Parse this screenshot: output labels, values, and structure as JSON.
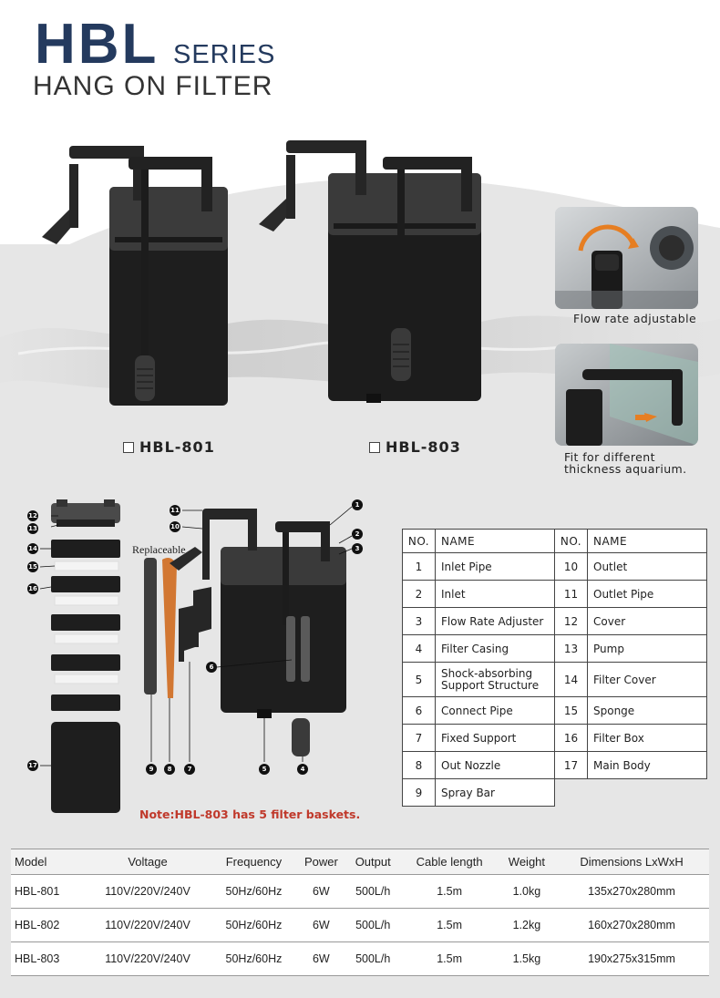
{
  "header": {
    "brand": "HBL",
    "series": "SERIES",
    "subtitle": "HANG ON FILTER"
  },
  "products": [
    {
      "model": "HBL-801"
    },
    {
      "model": "HBL-803"
    }
  ],
  "features": [
    {
      "caption": "Flow rate adjustable"
    },
    {
      "caption_line1": "Fit for different",
      "caption_line2": "thickness aquarium."
    }
  ],
  "diagram": {
    "replaceable_label": "Replaceable",
    "callouts": [
      "1",
      "2",
      "3",
      "4",
      "5",
      "6",
      "7",
      "8",
      "9",
      "10",
      "11",
      "12",
      "13",
      "14",
      "15",
      "16",
      "17"
    ],
    "note": "Note:HBL-803 has 5 filter baskets."
  },
  "parts_table": {
    "headers": [
      "NO.",
      "NAME",
      "NO.",
      "NAME"
    ],
    "rows": [
      {
        "no1": "1",
        "name1": "Inlet Pipe",
        "no2": "10",
        "name2": "Outlet"
      },
      {
        "no1": "2",
        "name1": "Inlet",
        "no2": "11",
        "name2": "Outlet Pipe"
      },
      {
        "no1": "3",
        "name1": "Flow Rate Adjuster",
        "no2": "12",
        "name2": "Cover"
      },
      {
        "no1": "4",
        "name1": "Filter Casing",
        "no2": "13",
        "name2": "Pump"
      },
      {
        "no1": "5",
        "name1_line1": "Shock-absorbing",
        "name1_line2": "Support Structure",
        "no2": "14",
        "name2": "Filter Cover"
      },
      {
        "no1": "6",
        "name1": "Connect Pipe",
        "no2": "15",
        "name2": "Sponge"
      },
      {
        "no1": "7",
        "name1": "Fixed Support",
        "no2": "16",
        "name2": "Filter Box"
      },
      {
        "no1": "8",
        "name1": "Out Nozzle",
        "no2": "17",
        "name2": "Main Body"
      },
      {
        "no1": "9",
        "name1": "Spray Bar"
      }
    ]
  },
  "specs_table": {
    "headers": [
      "Model",
      "Voltage",
      "Frequency",
      "Power",
      "Output",
      "Cable length",
      "Weight",
      "Dimensions LxWxH"
    ],
    "rows": [
      [
        "HBL-801",
        "110V/220V/240V",
        "50Hz/60Hz",
        "6W",
        "500L/h",
        "1.5m",
        "1.0kg",
        "135x270x280mm"
      ],
      [
        "HBL-802",
        "110V/220V/240V",
        "50Hz/60Hz",
        "6W",
        "500L/h",
        "1.5m",
        "1.2kg",
        "160x270x280mm"
      ],
      [
        "HBL-803",
        "110V/220V/240V",
        "50Hz/60Hz",
        "6W",
        "500L/h",
        "1.5m",
        "1.5kg",
        "190x275x315mm"
      ]
    ]
  }
}
